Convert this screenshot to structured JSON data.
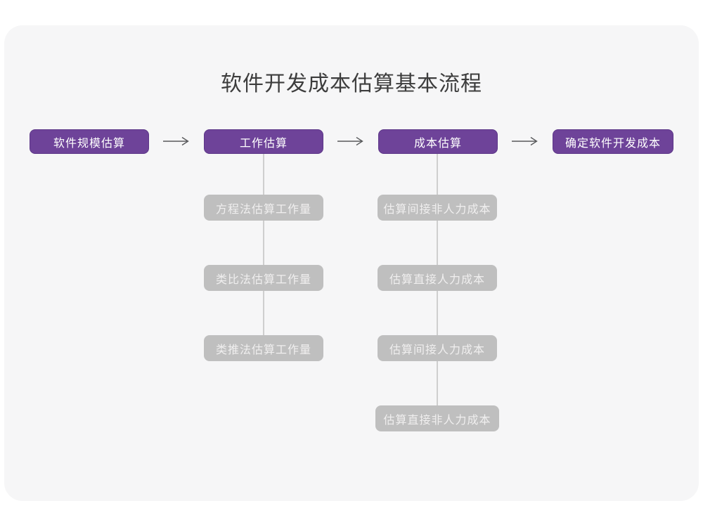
{
  "title": "软件开发成本估算基本流程",
  "colors": {
    "page_background": "#ffffff",
    "card_background": "#f6f6f7",
    "primary_node": "#6e4399",
    "primary_node_border": "#5d3788",
    "primary_node_text": "#ffffff",
    "secondary_node": "#bfbfbf",
    "secondary_node_text": "#f0efef",
    "arrow": "#58595b",
    "connector_line": "#cfcfcf",
    "title_text": "#3d3d3d"
  },
  "flow": {
    "main_steps": [
      {
        "label": "软件规模估算"
      },
      {
        "label": "工作估算"
      },
      {
        "label": "成本估算"
      },
      {
        "label": "确定软件开发成本"
      }
    ],
    "work_estimation_methods": [
      {
        "label": "方程法估算工作量"
      },
      {
        "label": "类比法估算工作量"
      },
      {
        "label": "类推法估算工作量"
      }
    ],
    "cost_estimation_steps": [
      {
        "label": "估算间接非人力成本"
      },
      {
        "label": "估算直接人力成本"
      },
      {
        "label": "估算间接人力成本"
      },
      {
        "label": "估算直接非人力成本"
      }
    ]
  },
  "icons": {
    "arrow_right": "→"
  }
}
